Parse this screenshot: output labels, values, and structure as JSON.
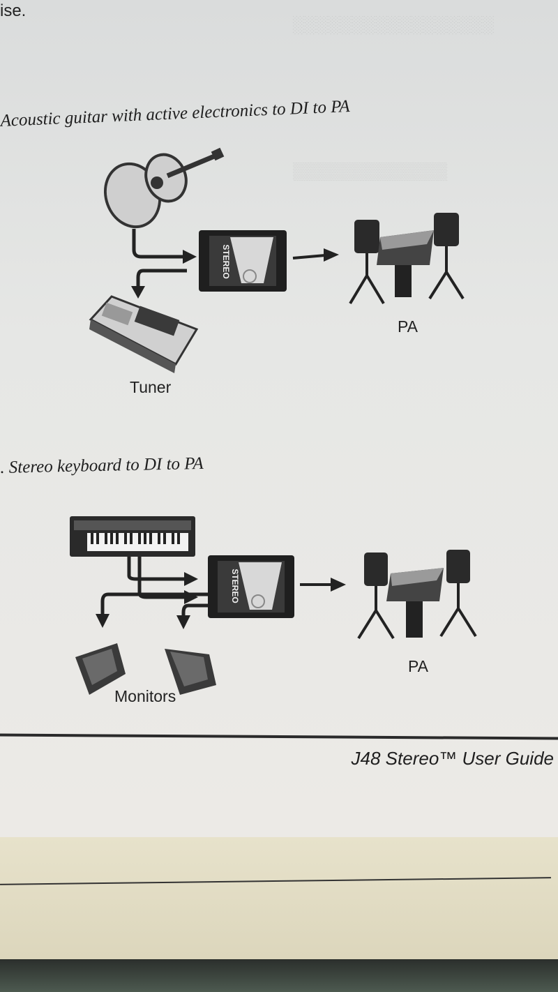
{
  "top_fragment": "ise.",
  "diagram1": {
    "caption": "Acoustic guitar with active electronics to DI to PA",
    "tuner_label": "Tuner",
    "pa_label": "PA",
    "di_text": "STEREO"
  },
  "diagram2": {
    "caption": ". Stereo keyboard to DI to PA",
    "monitors_label": "Monitors",
    "pa_label": "PA",
    "di_text": "STEREO"
  },
  "footer": {
    "title": "J48 Stereo™ User Guide"
  }
}
